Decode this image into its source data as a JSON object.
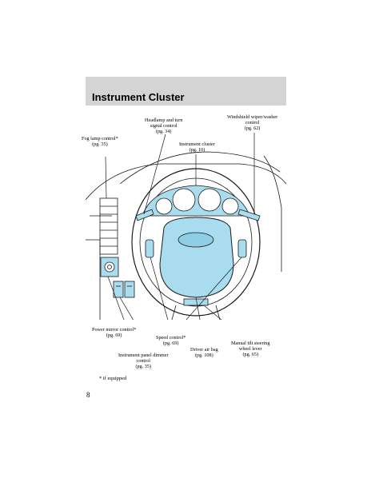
{
  "header": {
    "title": "Instrument Cluster"
  },
  "labels": {
    "fog_lamp": [
      "Fog lamp control*",
      "(pg. 35)"
    ],
    "headlamp": [
      "Headlamp and turn",
      "signal control",
      "(pg. 34)"
    ],
    "instrument_cluster": [
      "Instrument cluster",
      "(pg. 10)"
    ],
    "windshield": [
      "Windshield wiper/washer",
      "control",
      "(pg. 62)"
    ],
    "power_mirror": [
      "Power mirror control*",
      "(pg. 69)"
    ],
    "panel_dimmer": [
      "Instrument panel dimmer",
      "control",
      "(pg. 35)"
    ],
    "speed_control": [
      "Speed control*",
      "(pg. 69)"
    ],
    "air_bag": [
      "Driver air bag",
      "(pg. 108)"
    ],
    "tilt_steering": [
      "Manual tilt steering",
      "wheel lever",
      "(pg. 65)"
    ]
  },
  "footnote": "* if equipped",
  "page_number": "8",
  "colors": {
    "highlight": "#a9dcef",
    "header_bar": "#d4d4d4",
    "line": "#1a1a1a"
  }
}
